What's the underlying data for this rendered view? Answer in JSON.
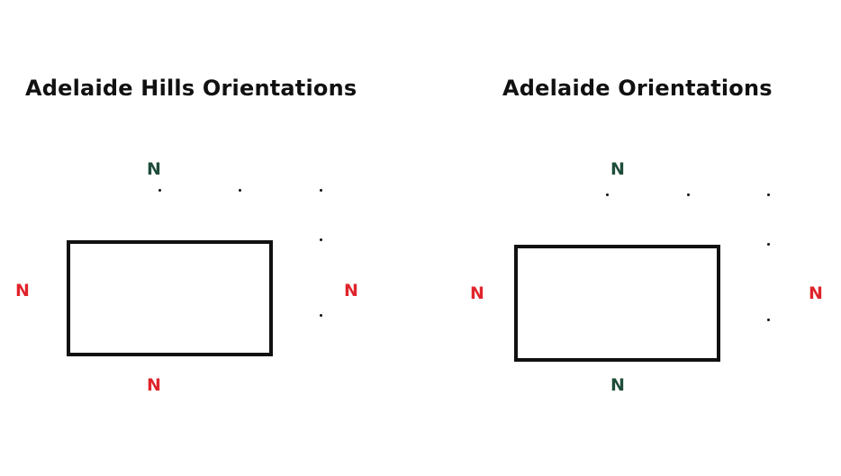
{
  "diagrams": [
    {
      "title": "Adelaide Hills Orientations",
      "labels": {
        "top": {
          "text": "N",
          "color": "#1f4d3a"
        },
        "left": {
          "text": "N",
          "color": "#e0242b"
        },
        "right": {
          "text": "N",
          "color": "#e0242b"
        },
        "bottom": {
          "text": "N",
          "color": "#e0242b"
        }
      }
    },
    {
      "title": "Adelaide Orientations",
      "labels": {
        "top": {
          "text": "N",
          "color": "#1f4d3a"
        },
        "left": {
          "text": "N",
          "color": "#e0242b"
        },
        "right": {
          "text": "N",
          "color": "#e0242b"
        },
        "bottom": {
          "text": "N",
          "color": "#1f4d3a"
        }
      }
    }
  ]
}
